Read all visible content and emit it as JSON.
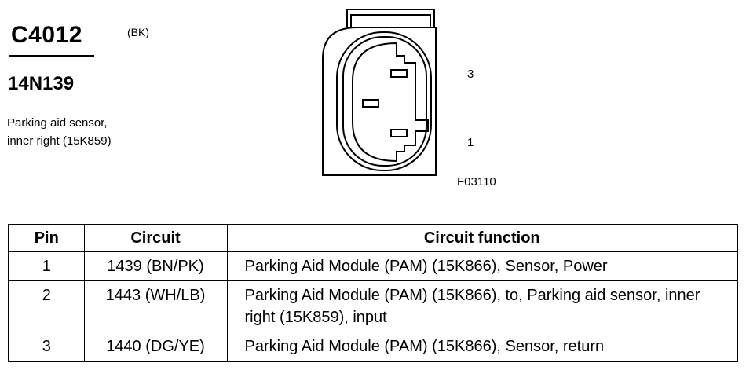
{
  "header": {
    "connector_id": "C4012",
    "connector_color": "(BK)",
    "part_number": "14N139",
    "description_line1": "Parking aid sensor,",
    "description_line2": "inner right (15K859)"
  },
  "figure": {
    "pin_label_top": "3",
    "pin_label_bottom": "1",
    "figure_code": "F03110"
  },
  "table": {
    "headers": {
      "pin": "Pin",
      "circuit": "Circuit",
      "function": "Circuit function"
    },
    "rows": [
      {
        "pin": "1",
        "circuit": "1439 (BN/PK)",
        "function": "Parking Aid Module (PAM) (15K866), Sensor, Power"
      },
      {
        "pin": "2",
        "circuit": "1443 (WH/LB)",
        "function": "Parking Aid Module (PAM) (15K866), to, Parking aid sensor, inner right (15K859), input"
      },
      {
        "pin": "3",
        "circuit": "1440 (DG/YE)",
        "function": "Parking Aid Module (PAM) (15K866), Sensor, return"
      }
    ]
  }
}
